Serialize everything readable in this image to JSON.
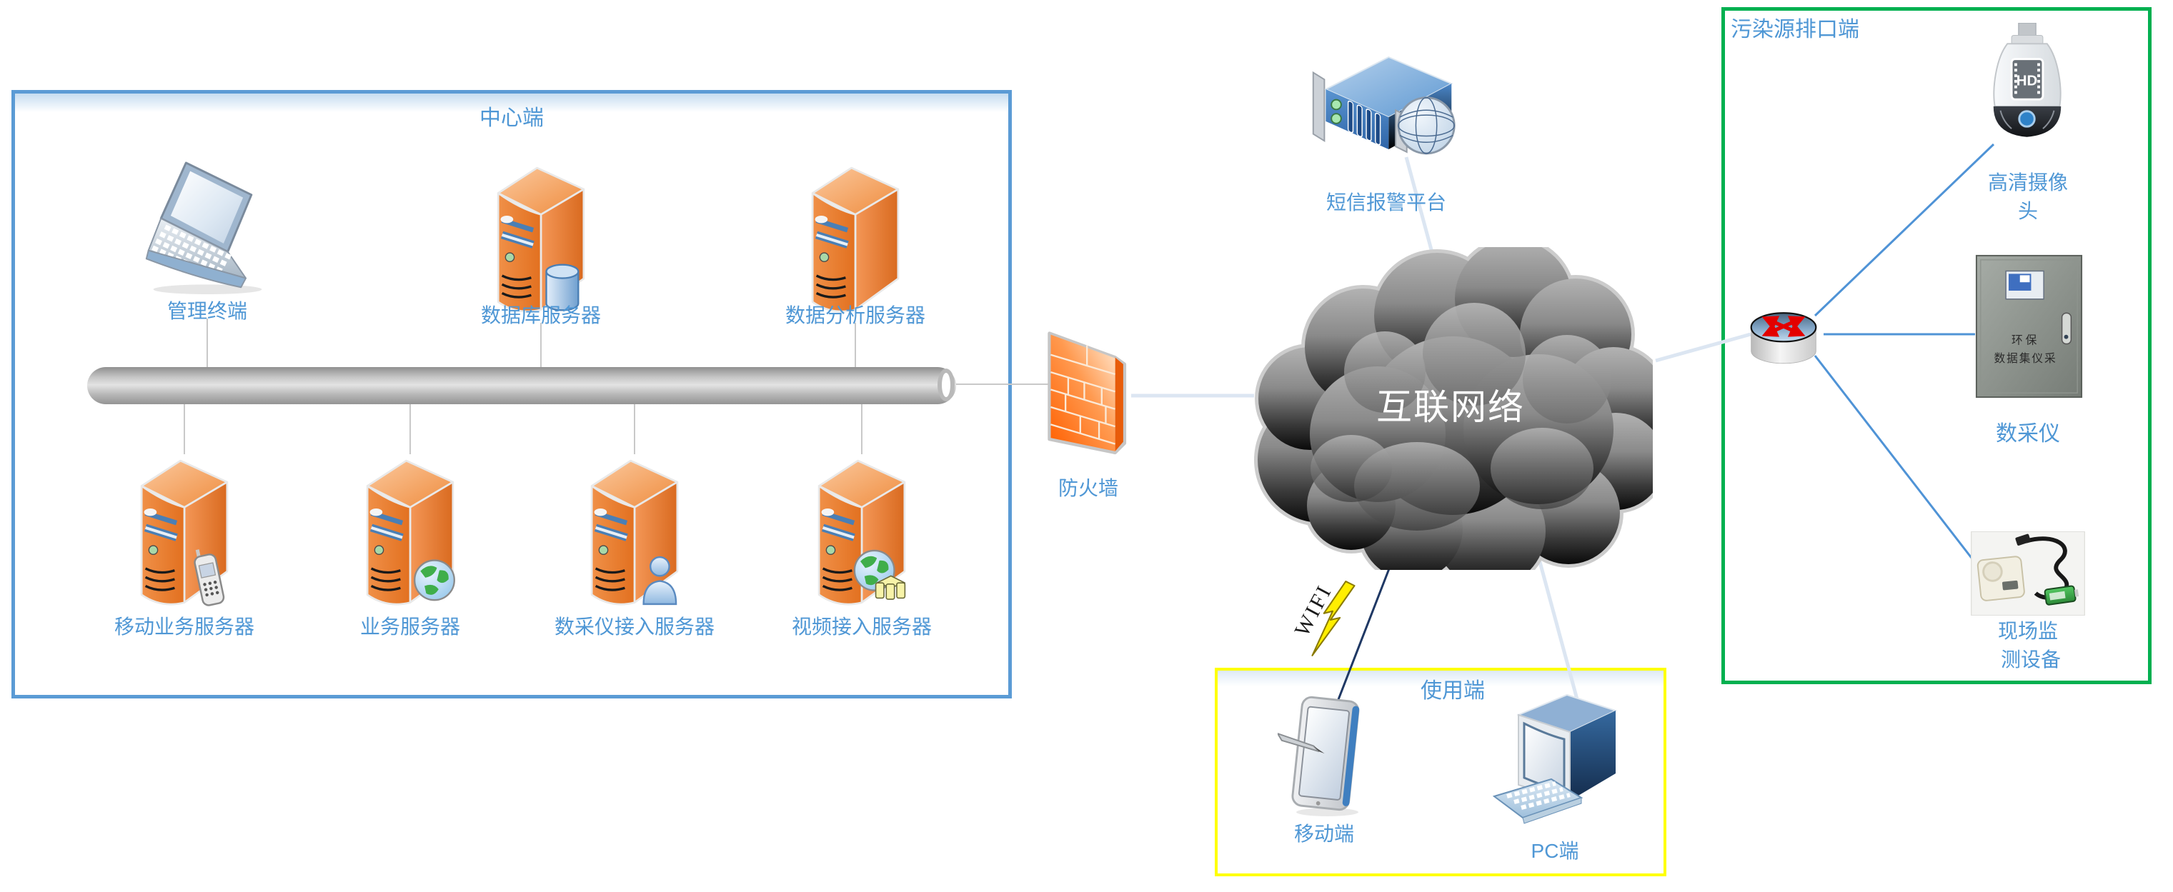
{
  "colors": {
    "label": "#4f97d5",
    "cloud_text": "#ffffff",
    "center_border": "#5b9bd5",
    "user_border": "#ffff00",
    "pollution_border": "#00b050",
    "wire_gray": "#c9c9c9",
    "wire_light": "#dce6f2",
    "wire_blue": "#4f93d6",
    "wire_navy": "#1f3864",
    "bolt_fill": "#ffee00",
    "wifi_text": "#1a1a1a",
    "cabinet_text": "#2a2a2a",
    "server_orange": "#ed7d31",
    "firewall_orange": "#ff6a00"
  },
  "groups": {
    "center": {
      "title": "中心端"
    },
    "user": {
      "title": "使用端"
    },
    "pollution": {
      "title": "污染源排口端"
    }
  },
  "nodes": {
    "management_terminal": {
      "label": "管理终端"
    },
    "database_server": {
      "label": "数据库服务器"
    },
    "analysis_server": {
      "label": "数据分析服务器"
    },
    "mobile_business_server": {
      "label": "移动业务服务器"
    },
    "business_server": {
      "label": "业务服务器"
    },
    "collector_access_server": {
      "label": "数采仪接入服务器"
    },
    "video_access_server": {
      "label": "视频接入服务器"
    },
    "firewall": {
      "label": "防火墙"
    },
    "internet": {
      "label": "互联网络"
    },
    "sms_platform": {
      "label": "短信报警平台"
    },
    "wifi_link": {
      "label": "WIFI"
    },
    "mobile_client": {
      "label": "移动端"
    },
    "pc_client": {
      "label": "PC端"
    },
    "hd_camera": {
      "label_lines": [
        "高清摄像",
        "头"
      ],
      "badge": "HD"
    },
    "data_collector": {
      "label": "数采仪",
      "panel_lines": [
        "环保",
        "数据集仪采"
      ]
    },
    "field_monitor": {
      "label_lines": [
        "现场监",
        "测设备"
      ]
    }
  }
}
